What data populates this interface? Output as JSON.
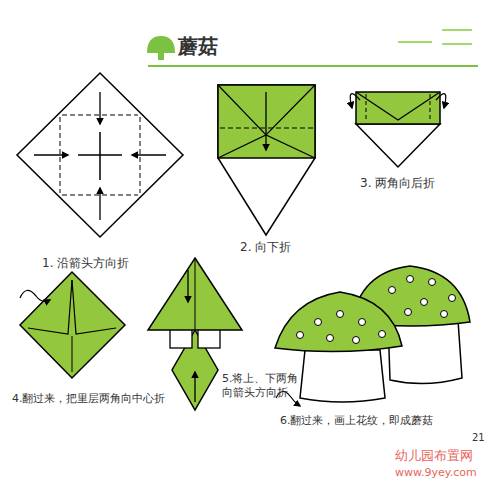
{
  "diagram": {
    "title": "蘑菇",
    "labels": [
      "1. 沿箭头方向折",
      "2. 向下折",
      "3. 两角向后折",
      "4.翻过来，把里层两角向中心折",
      "5.将上、下两角 向箭头方向折",
      "6.翻过来，画上花纹，即成蘑菇",
      "21",
      "幼儿园布置网",
      "www.9yey.com"
    ]
  }
}
